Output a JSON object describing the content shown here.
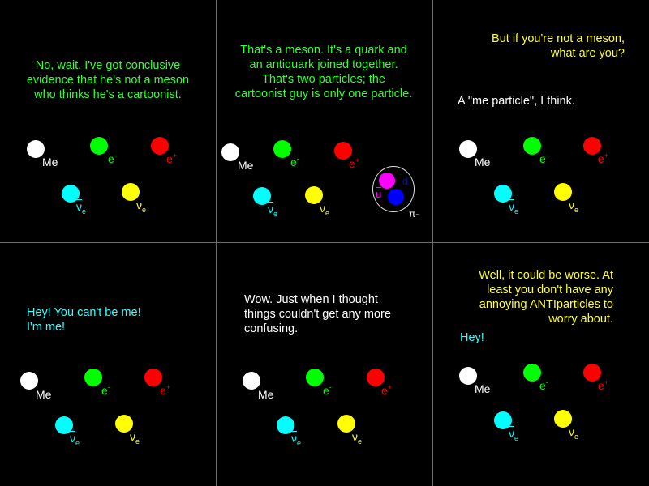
{
  "colors": {
    "white": "#ffffff",
    "green": "#00ff00",
    "red": "#ff0000",
    "cyan": "#00ffff",
    "yellow": "#ffff00",
    "magenta": "#ff00ff",
    "blue": "#0000ff",
    "text_green": "#33ff33",
    "text_yellow": "#ffff33",
    "text_cyan": "#33ffff"
  },
  "labels": {
    "me": "Me",
    "electron": "e",
    "electron_sup": "-",
    "positron": "e",
    "positron_sup": "+",
    "antineutrino": "ν",
    "antineutrino_sub": "e",
    "neutrino": "ν",
    "neutrino_sub": "e"
  },
  "pion": {
    "quark_d": "d",
    "antiquark_u": "u",
    "name": "π-"
  },
  "panels": [
    {
      "lines": [
        "No, wait. I've got conclusive",
        "evidence that he's not a meson",
        "who thinks he's a cartoonist."
      ]
    },
    {
      "lines": [
        "That's a meson. It's a quark and",
        "an antiquark joined together.",
        "That's two particles;  the",
        "cartoonist guy is only one particle."
      ]
    },
    {
      "lines": [
        "But if you're not a meson,",
        "what are you?"
      ],
      "reply": "A \"me particle\", I think."
    },
    {
      "lines": [
        "Hey! You can't be me!",
        "I'm me!"
      ]
    },
    {
      "lines": [
        "Wow. Just when I thought",
        "things couldn't get any more",
        "confusing."
      ]
    },
    {
      "lines": [
        "Well, it could be worse. At",
        "least you don't have any",
        "annoying ANTIparticles to",
        "worry about."
      ],
      "reply": "Hey!"
    }
  ]
}
